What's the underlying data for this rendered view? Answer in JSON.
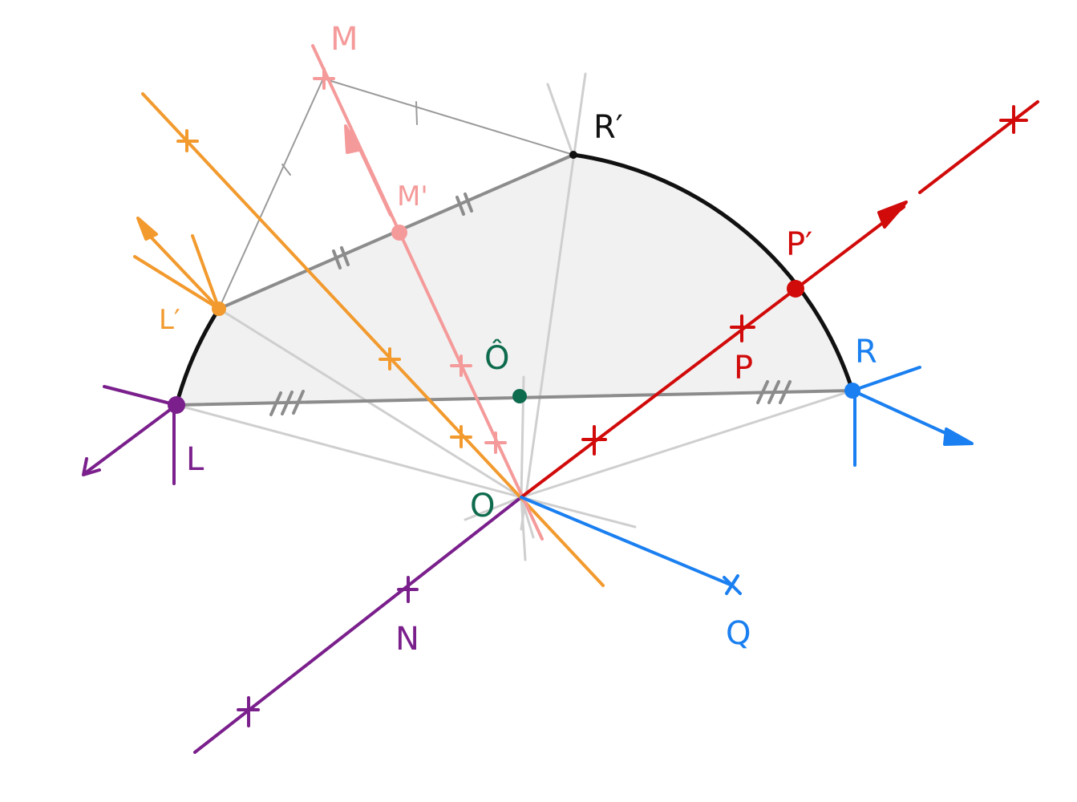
{
  "colors": {
    "black": "#111111",
    "gray_dark": "#8c8c8c",
    "gray_light": "#cfcfcf",
    "region_fill": "#f1f1f1",
    "purple": "#7a1f8c",
    "orange": "#f29a2e",
    "pink": "#f59a9a",
    "red": "#d10a0a",
    "blue": "#1a7ff0",
    "green": "#0e6b4e"
  },
  "labels": {
    "M": "M",
    "M_prime": "M'",
    "R_prime": "R′",
    "P_prime": "P′",
    "P": "P",
    "R": "R",
    "L_prime": "L′",
    "L": "L",
    "O_hat": "Ô",
    "O": "O",
    "N": "N",
    "Q": "Q"
  }
}
